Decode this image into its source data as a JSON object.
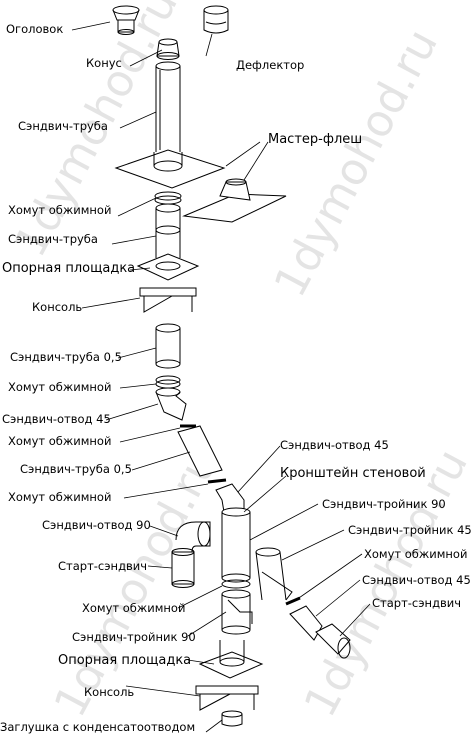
{
  "watermark": "1dymohod.ru",
  "labels": {
    "ogolovok": "Оголовок",
    "konus": "Конус",
    "deflektor": "Дефлектор",
    "sandwich_pipe_1": "Сэндвич-труба",
    "master_flash": "Мастер-флеш",
    "clamp_1": "Хомут обжимной",
    "sandwich_pipe_2": "Сэндвич-труба",
    "support_platform_1": "Опорная площадка",
    "console_1": "Консоль",
    "sandwich_pipe_05_a": "Сэндвич-труба 0,5",
    "clamp_2": "Хомут обжимной",
    "sandwich_bend_45_left": "Сэндвич-отвод 45",
    "clamp_3": "Хомут обжимной",
    "sandwich_pipe_05_b": "Сэндвич-труба 0,5",
    "clamp_4": "Хомут обжимной",
    "sandwich_bend_90": "Сэндвич-отвод 90",
    "start_sandwich_left": "Старт-сэндвич",
    "clamp_5": "Хомут обжимной",
    "sandwich_tee_90_left": "Сэндвич-тройник 90",
    "support_platform_2": "Опорная площадка",
    "console_2": "Консоль",
    "plug_condensate": "Заглушка с конденсатоотводом",
    "sandwich_bend_45_right_top": "Сэндвич-отвод 45",
    "wall_bracket": "Кронштейн стеновой",
    "sandwich_tee_90_right": "Сэндвич-тройник 90",
    "sandwich_tee_45": "Сэндвич-тройник 45",
    "clamp_right": "Хомут обжимной",
    "sandwich_bend_45_right": "Сэндвич-отвод 45",
    "start_sandwich_right": "Старт-сэндвич"
  }
}
